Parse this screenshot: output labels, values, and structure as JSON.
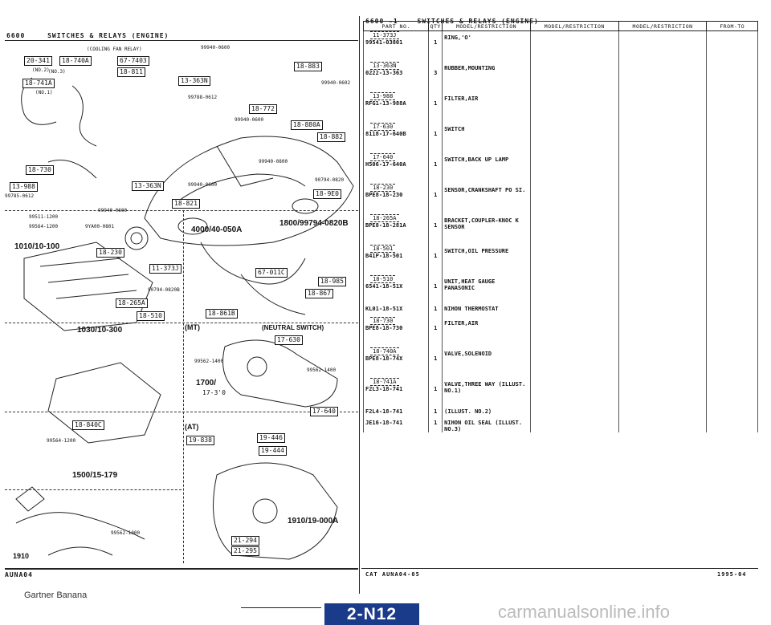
{
  "left_header": {
    "code": "6600",
    "title": "SWITCHES & RELAYS (ENGINE)"
  },
  "right_header": {
    "code": "6600 -1",
    "title": "SWITCHES & RELAYS (ENGINE)"
  },
  "table_headers": [
    "PART NO.",
    "QTY",
    "MODEL/RESTRICTION",
    "MODEL/RESTRICTION",
    "MODEL/RESTRICTION",
    "FROM-TO"
  ],
  "parts": [
    {
      "ref": "11-373J",
      "part_no": "99541-03801",
      "qty": "1",
      "desc": "RING,'O'"
    },
    {
      "ref": "13-363N",
      "part_no": "0222-13-363",
      "qty": "3",
      "desc": "RUBBER,MOUNTING"
    },
    {
      "ref": "13-988",
      "part_no": "RFG1-13-988A",
      "qty": "1",
      "desc": "FILTER,AIR"
    },
    {
      "ref": "17-630",
      "part_no": "8118-17-640B",
      "qty": "1",
      "desc": "SWITCH"
    },
    {
      "ref": "17-640",
      "part_no": "H506-17-640A",
      "qty": "1",
      "desc": "SWITCH,BACK UP LAMP"
    },
    {
      "ref": "18-230",
      "part_no": "BPE8-18-230",
      "qty": "1",
      "desc": "SENSOR,CRANKSHAFT PO SI."
    },
    {
      "ref": "18-265A",
      "part_no": "BPE8-18-281A",
      "qty": "1",
      "desc": "BRACKET,COUPLER-KNOC K SENSOR"
    },
    {
      "ref": "18-501",
      "part_no": "B41P-18-501",
      "qty": "1",
      "desc": "SWITCH,OIL PRESSURE"
    },
    {
      "ref": "18-510",
      "part_no": "6541-18-51X",
      "qty": "1",
      "desc": "UNIT,HEAT GAUGE PANASONIC"
    },
    {
      "ref": "",
      "part_no": "KL01-18-51X",
      "qty": "1",
      "desc": "NIHON THERMOSTAT"
    },
    {
      "ref": "18-730",
      "part_no": "BPE8-18-730",
      "qty": "1",
      "desc": "FILTER,AIR"
    },
    {
      "ref": "18-740A",
      "part_no": "BPE8-18-74X",
      "qty": "1",
      "desc": "VALVE,SOLENOID"
    },
    {
      "ref": "18-741A",
      "part_no": "F2L3-18-741",
      "qty": "1",
      "desc": "VALVE,THREE WAY (ILLUST. NO.1)"
    },
    {
      "ref": "",
      "part_no": "F2L4-18-741",
      "qty": "1",
      "desc": "(ILLUST. NO.2)"
    },
    {
      "ref": "",
      "part_no": "JE16-18-741",
      "qty": "1",
      "desc": "NIHON OIL SEAL (ILLUST. NO.3)"
    }
  ],
  "diagram": {
    "cooling_fan_relay": "(COOLING FAN RELAY)",
    "tags": [
      "20-341",
      "18-740A",
      "67-7403",
      "18-811",
      "18-741A",
      "13-363N",
      "18-883",
      "18-772",
      "18-880A",
      "18-882",
      "18-730",
      "13-988",
      "13-363N",
      "18-9E0",
      "18-821",
      "18-230",
      "11-373J",
      "18-265A",
      "18-510",
      "67-011C",
      "18-985",
      "18-867",
      "18-861B",
      "17-630",
      "17-640",
      "18-840C",
      "19-838",
      "19-446",
      "19-444",
      "21-294",
      "21-295"
    ],
    "labels": [
      "(NO.3)",
      "(NO.2)",
      "(NO.1)",
      "99940-0600",
      "99940-0602",
      "99788-0612",
      "99940-0600",
      "99940-0800",
      "90794-0820",
      "99940-0600",
      "99785-0612",
      "99940-0600",
      "99511-1200",
      "99564-1200",
      "9YA00-0801",
      "90794-0820B",
      "99562-1400",
      "99562-1400",
      "99564-1200",
      "99562-1000",
      "1910"
    ],
    "big_labels": [
      "1010/10-100",
      "4000/40-050A",
      "1800/99794-0820B",
      "1030/10-300",
      "1700/",
      "1500/15-179",
      "1910/19-000A"
    ],
    "sections": [
      "(MT)",
      "(NEUTRAL SWITCH)",
      "(AT)"
    ],
    "misc": [
      "17-3'0"
    ]
  },
  "footer": {
    "left_code": "AUNA04",
    "right_cat": "CAT AUNA04-05",
    "right_date": "1995-04",
    "watermark_left": "Gartner Banana",
    "page_badge": "2-N12",
    "watermark_right": "carmanualsonline.info"
  },
  "colors": {
    "badge_bg": "#1a3a8a",
    "badge_fg": "#ffffff",
    "ink": "#111111"
  }
}
